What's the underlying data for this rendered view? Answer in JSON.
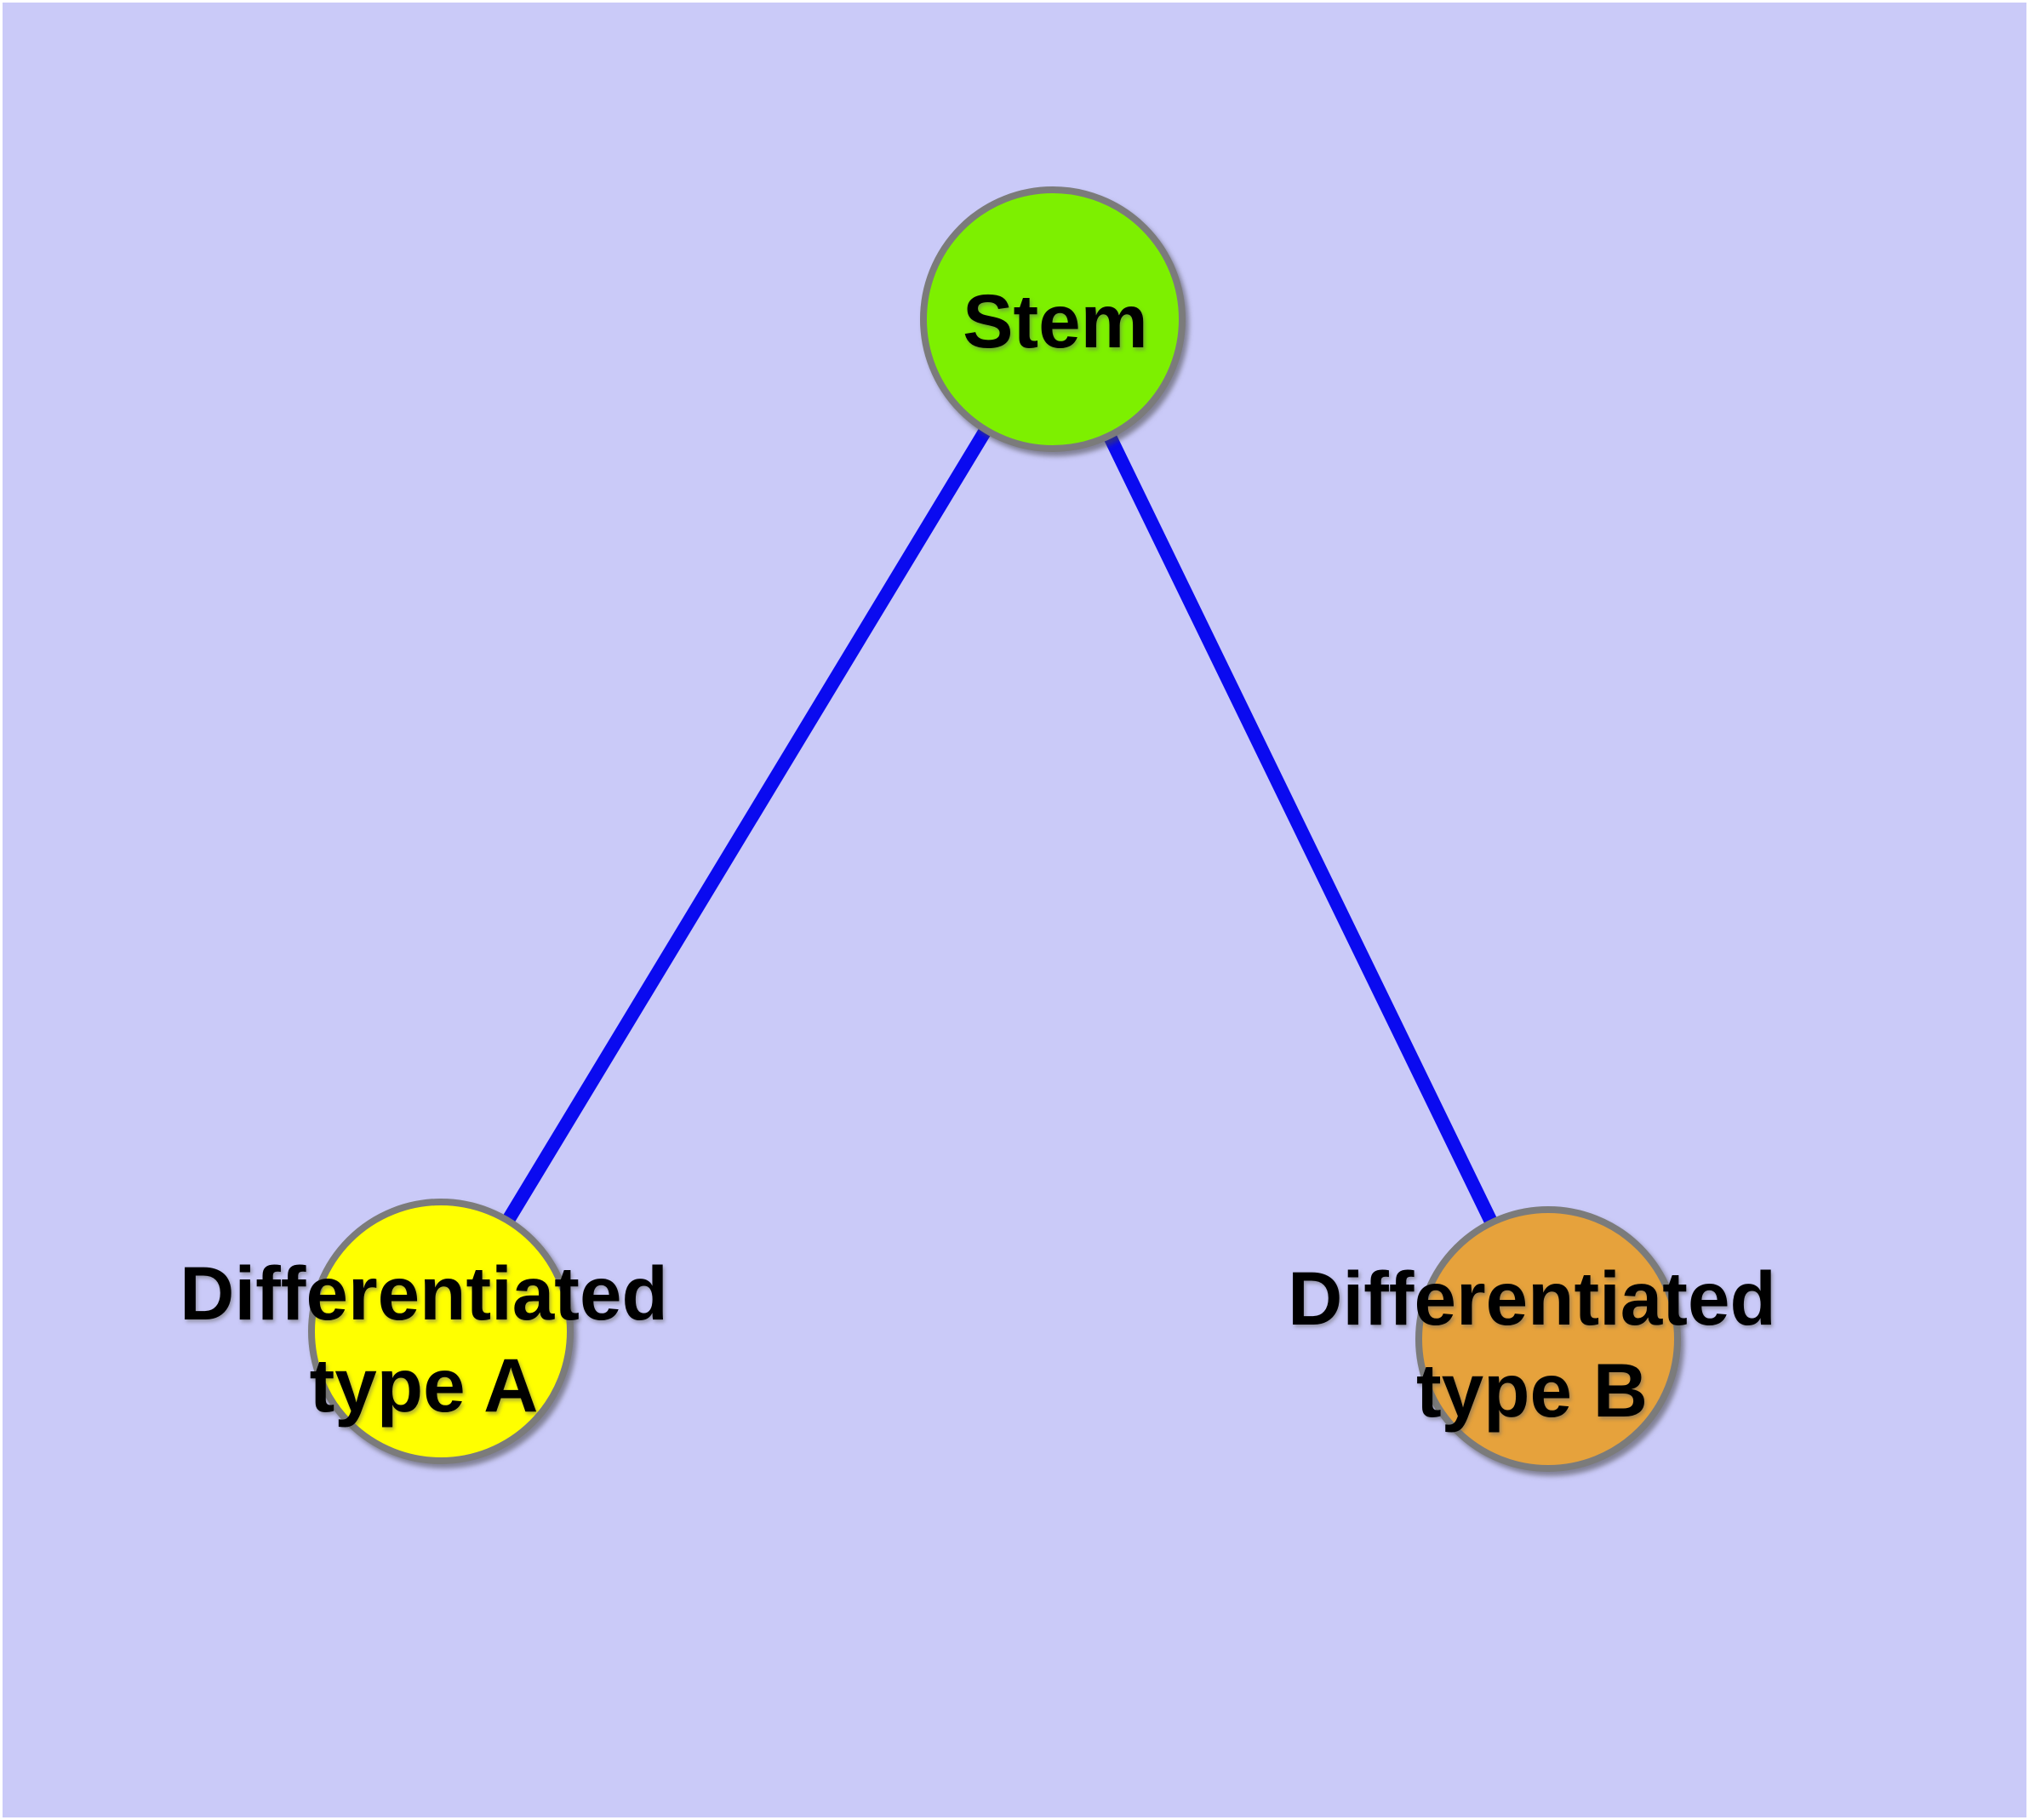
{
  "canvas": {
    "background_color": "#CACAF8",
    "frame_color": "#FFFFFF"
  },
  "graph": {
    "edge_color": "#0A0AF0",
    "node_border_color": "#7B7B7B",
    "text_color": "#000000",
    "nodes": [
      {
        "id": "stem",
        "label": "Stem",
        "fill_color": "#7DF000"
      },
      {
        "id": "differentiated-type-a",
        "label_line1": "Differentiated",
        "label_line2": "type A",
        "fill_color": "#FFFF00"
      },
      {
        "id": "differentiated-type-b",
        "label_line1": "Differentiated",
        "label_line2": "type B",
        "fill_color": "#E6A23C"
      }
    ],
    "edges": [
      {
        "source": "stem",
        "target": "differentiated-type-a"
      },
      {
        "source": "stem",
        "target": "differentiated-type-b"
      }
    ]
  }
}
